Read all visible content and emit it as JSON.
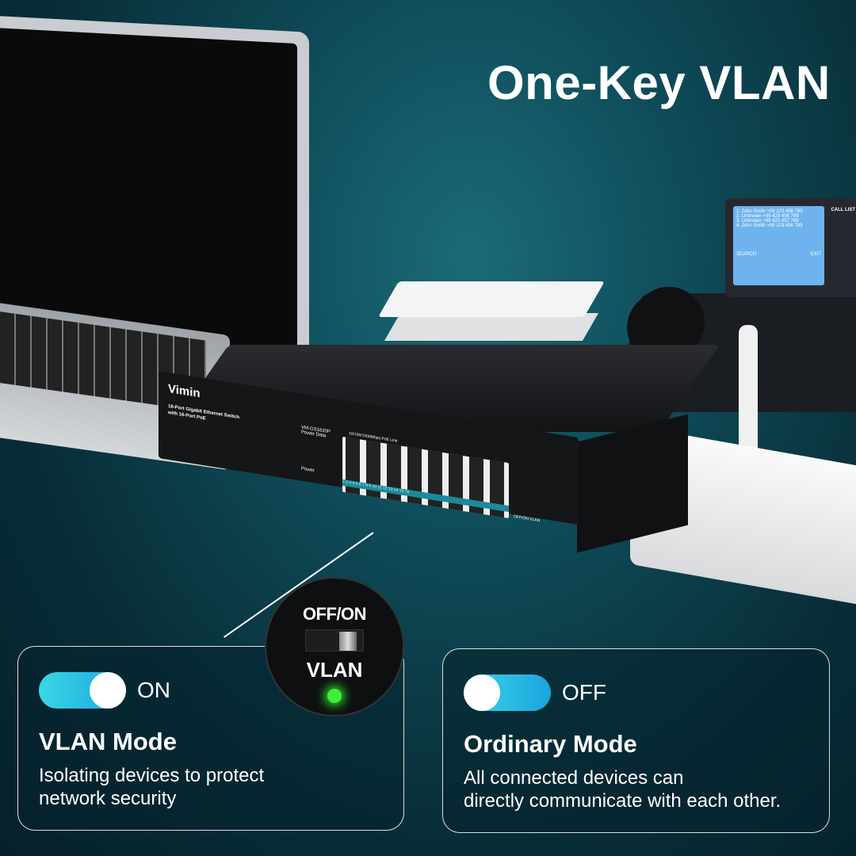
{
  "headline": "One-Key VLAN",
  "switch": {
    "brand": "Vimin",
    "description_line1": "18-Port Gigabit Ethernet Switch",
    "description_line2": "with 16-Port PoE",
    "model": "VM-GS1620P",
    "indicators": "Power  Data",
    "power_label": "Power",
    "port_label": "10/100/1000Mbps PoE Link",
    "port_numbers": "1 2 3 4 5 6 7 8 9 10 11 12 13 14 15 16",
    "switch_label": "OFF/ON VLAN"
  },
  "phone_screen": {
    "header": "CALL LIST",
    "entries": [
      "1. John Smith  +99 123 456 789",
      "2. Unknown  +99 423 456 789",
      "3. Unknown  +99 423 457 789",
      "4. John Smith  +99 123 456 789"
    ],
    "search": "SEARCH",
    "exit": "EXIT"
  },
  "callout": {
    "top_label": "OFF/ON",
    "bottom_label": "VLAN",
    "led_color": "#3ef03a"
  },
  "cards": [
    {
      "toggle_state": "ON",
      "title": "VLAN Mode",
      "description_line1": "Isolating devices to protect",
      "description_line2": "network security"
    },
    {
      "toggle_state": "OFF",
      "title": "Ordinary Mode",
      "description_line1": "All connected devices can",
      "description_line2": "directly communicate with each other."
    }
  ],
  "colors": {
    "toggle_accent": "#2bc4e4",
    "background": "#0e4a57"
  }
}
